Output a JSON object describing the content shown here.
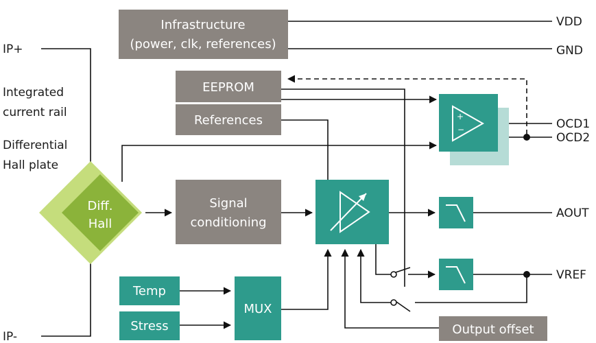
{
  "colors": {
    "gray_box": "#8b8580",
    "teal_box": "#2e9b8c",
    "teal_light": "#b6dcd6",
    "hall_dark": "#8bb33a",
    "hall_light": "#c5dd7c",
    "wire": "#111111"
  },
  "labels": {
    "ip_plus": "IP+",
    "ip_minus": "IP-",
    "rail_line1": "Integrated",
    "rail_line2": "current rail",
    "hall_line1": "Differential",
    "hall_line2": "Hall plate",
    "vdd": "VDD",
    "gnd": "GND",
    "ocd1": "OCD1",
    "ocd2": "OCD2",
    "aout": "AOUT",
    "vref": "VREF"
  },
  "blocks": {
    "infra_line1": "Infrastructure",
    "infra_line2": "(power, clk, references)",
    "eeprom": "EEPROM",
    "references": "References",
    "signal_line1": "Signal",
    "signal_line2": "conditioning",
    "hall_line1": "Diff.",
    "hall_line2": "Hall",
    "temp": "Temp",
    "stress": "Stress",
    "mux": "MUX",
    "output_offset": "Output offset"
  },
  "icons": {
    "comparator": "comparator-icon",
    "amplifier": "variable-gain-amplifier-icon",
    "filter": "lowpass-filter-icon",
    "switch": "switch-icon"
  }
}
